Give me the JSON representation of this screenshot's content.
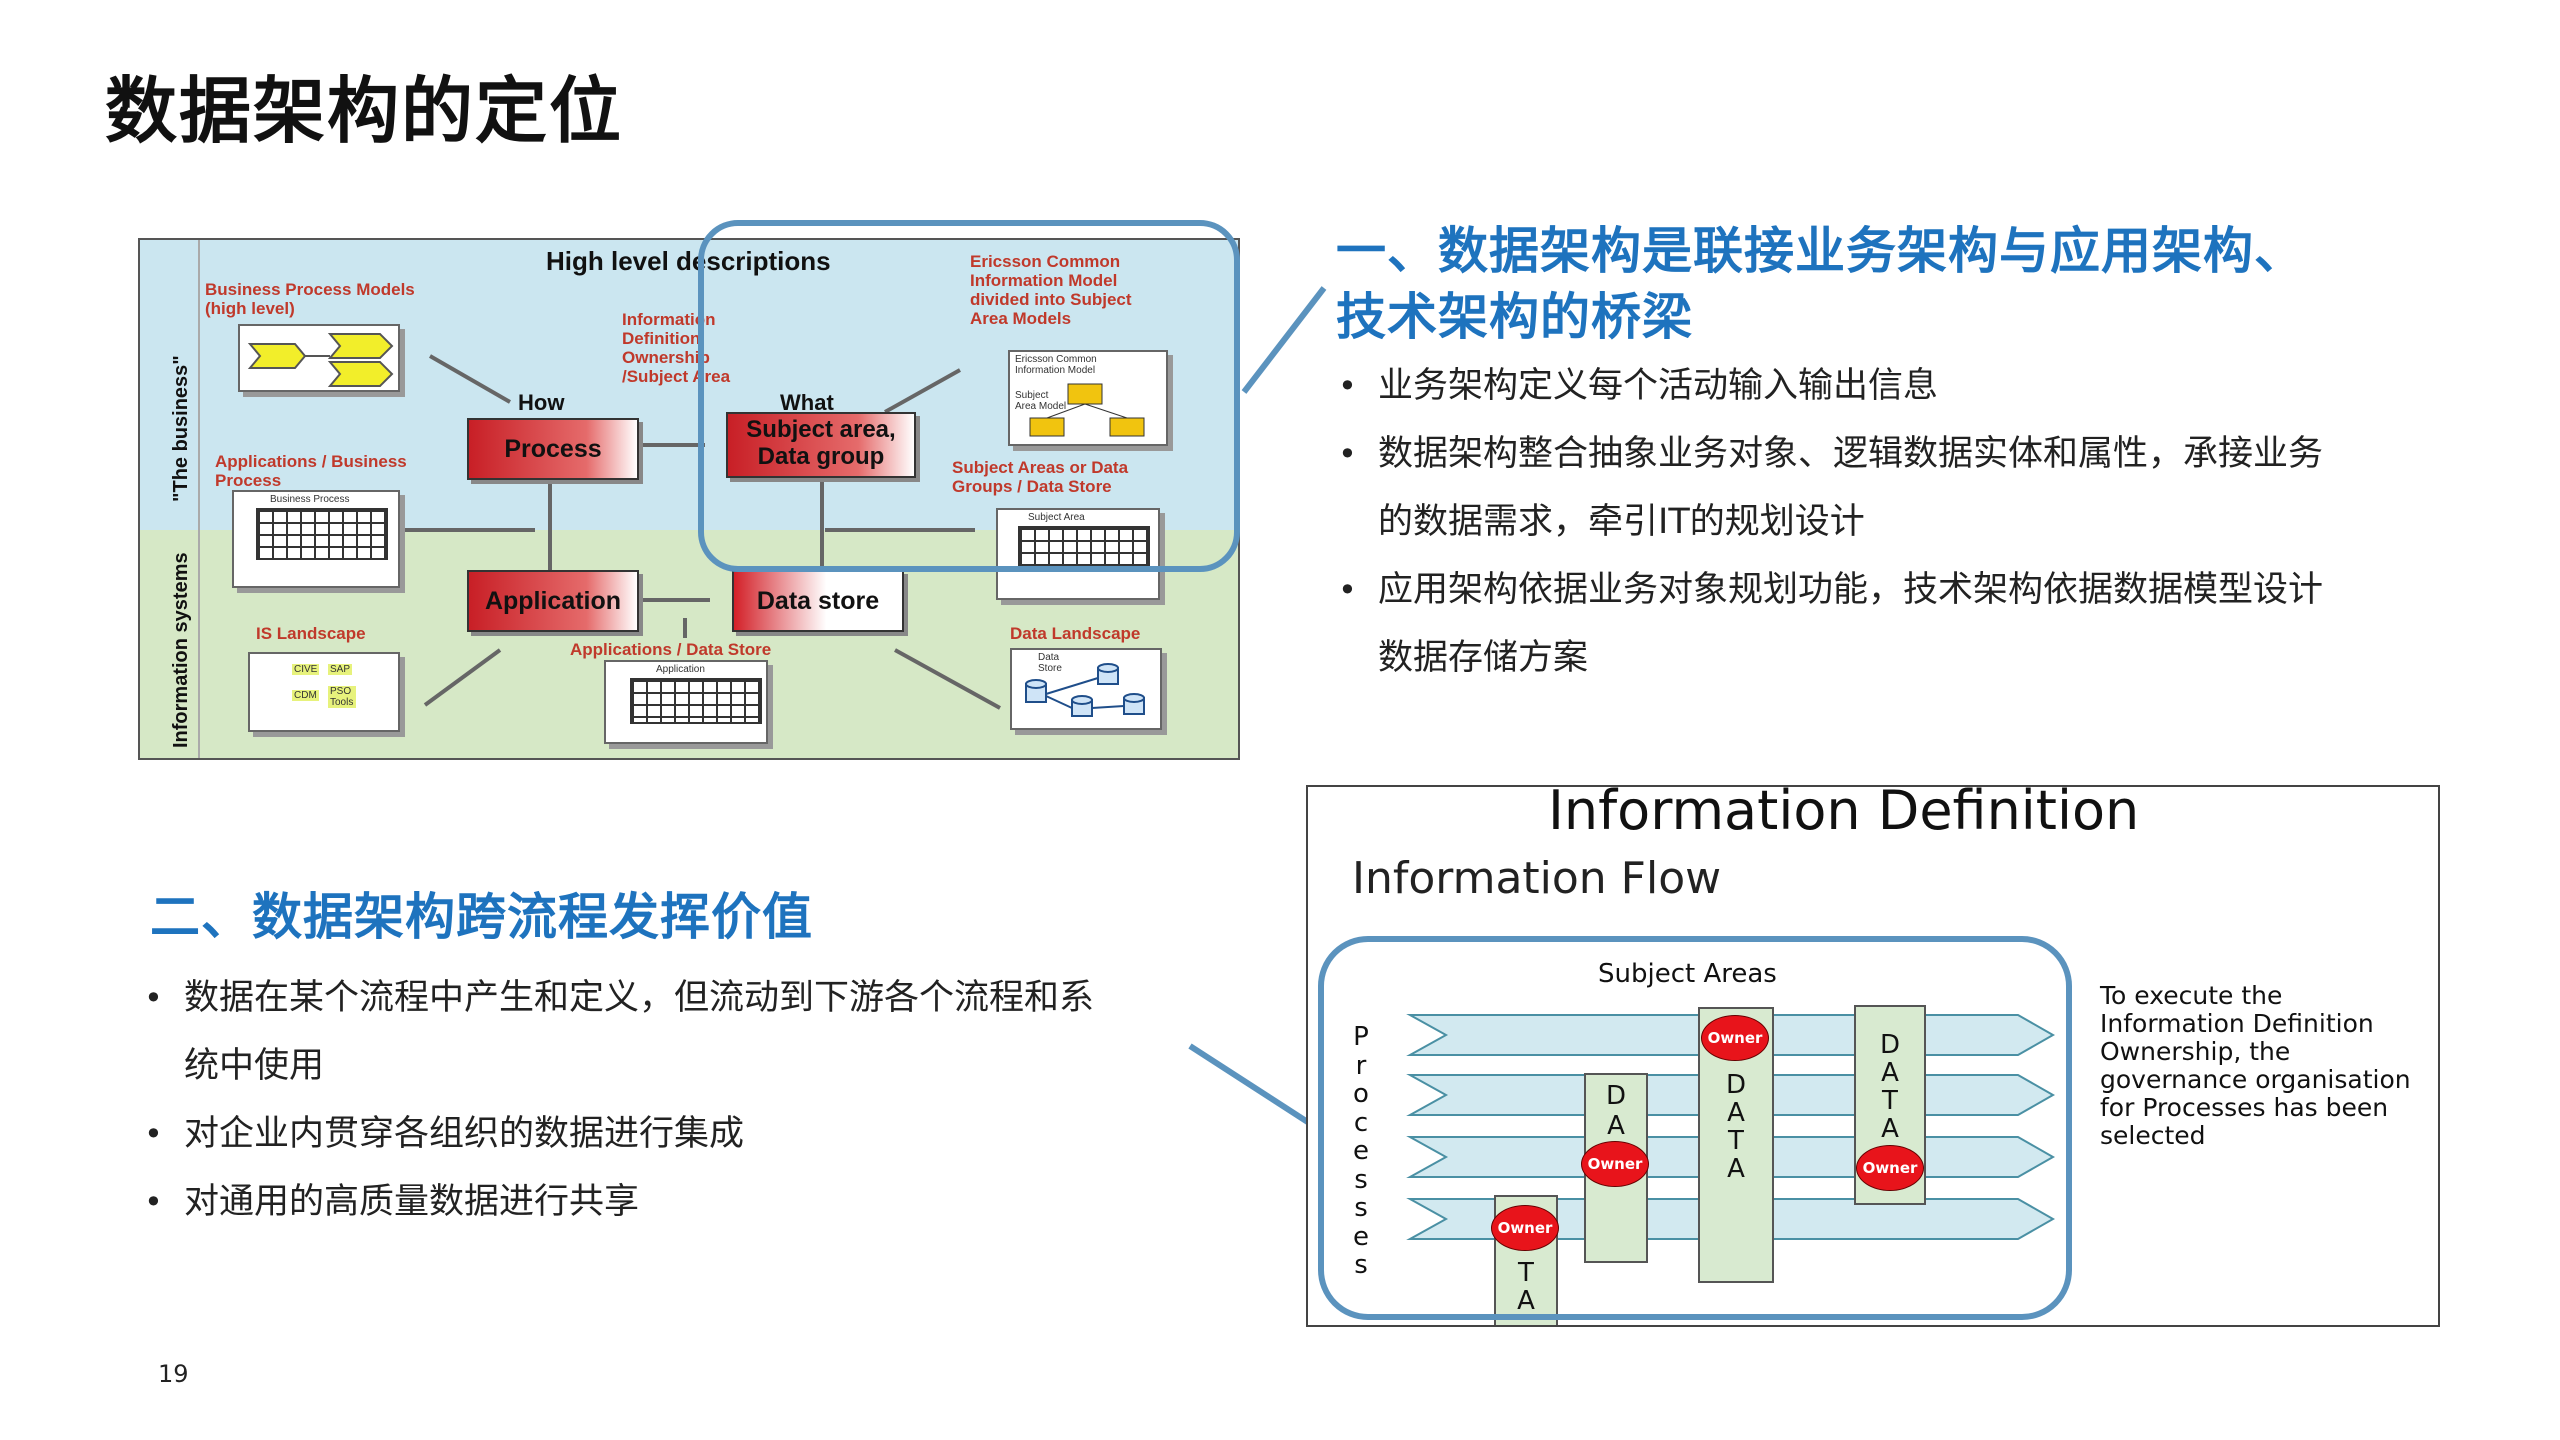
{
  "page": {
    "title": "数据架构的定位",
    "number": "19"
  },
  "section1": {
    "heading_line1": "一、数据架构是联接业务架构与应用架构、",
    "heading_line2": "技术架构的桥梁",
    "bullets": [
      "业务架构定义每个活动输入输出信息",
      "数据架构整合抽象业务对象、逻辑数据实体和属性，承接业务",
      "的数据需求，牵引IT的规划设计",
      "应用架构依据业务对象规划功能，技术架构依据数据模型设计",
      "数据存储方案"
    ]
  },
  "section2": {
    "heading": "二、数据架构跨流程发挥价值",
    "bullets": [
      "数据在某个流程中产生和定义，但流动到下游各个流程和系",
      "统中使用",
      "对企业内贯穿各组织的数据进行集成",
      "对通用的高质量数据进行共享"
    ]
  },
  "diagram1": {
    "header": "High level descriptions",
    "side_top": "\"The business\"",
    "side_bottom": "Information systems",
    "bpm_label_1": "Business Process Models",
    "bpm_label_2": "(high level)",
    "info_def": [
      "Information",
      "Definition",
      "Ownership",
      "/Subject Area"
    ],
    "ericsson": [
      "Ericsson Common",
      "Information Model",
      "divided into Subject",
      "Area Models"
    ],
    "how": "How",
    "what": "What",
    "process": "Process",
    "subject_area_1": "Subject area,",
    "subject_area_2": "Data group",
    "app_bp_1": "Applications / Business",
    "app_bp_2": "Process",
    "subject_areas_ds_1": "Subject Areas or Data",
    "subject_areas_ds_2": "Groups / Data Store",
    "application": "Application",
    "data_store": "Data store",
    "is_landscape": "IS Landscape",
    "app_ds": "Applications / Data Store",
    "data_landscape": "Data Landscape",
    "thumb_business_process": "Business Process",
    "thumb_application": "Application",
    "thumb_subject_area": "Subject Area",
    "thumb_data_store": "Data Store",
    "thumb_ecim_1": "Ericsson Common",
    "thumb_ecim_2": "Information Model",
    "thumb_subject_area_model": "Subject Area Model",
    "thumb_cms": "CIVE",
    "thumb_sap": "SAP",
    "thumb_cdm": "CDM",
    "thumb_pso": "PSO Tools"
  },
  "diagram2": {
    "title": "Information Definition",
    "subtitle": "Information Flow",
    "subject_areas": "Subject Areas",
    "processes_letters": [
      "P",
      "r",
      "o",
      "c",
      "e",
      "s",
      "s",
      "e",
      "s"
    ],
    "owner": "Owner",
    "data_letters": [
      "D",
      "A",
      "T",
      "A"
    ],
    "note": "To execute the Information Definition Ownership, the governance organisation for Processes has been selected"
  },
  "colors": {
    "accent_blue": "#1e73be",
    "highlight_outline": "#5b93be",
    "owner_red": "#e8141b"
  }
}
